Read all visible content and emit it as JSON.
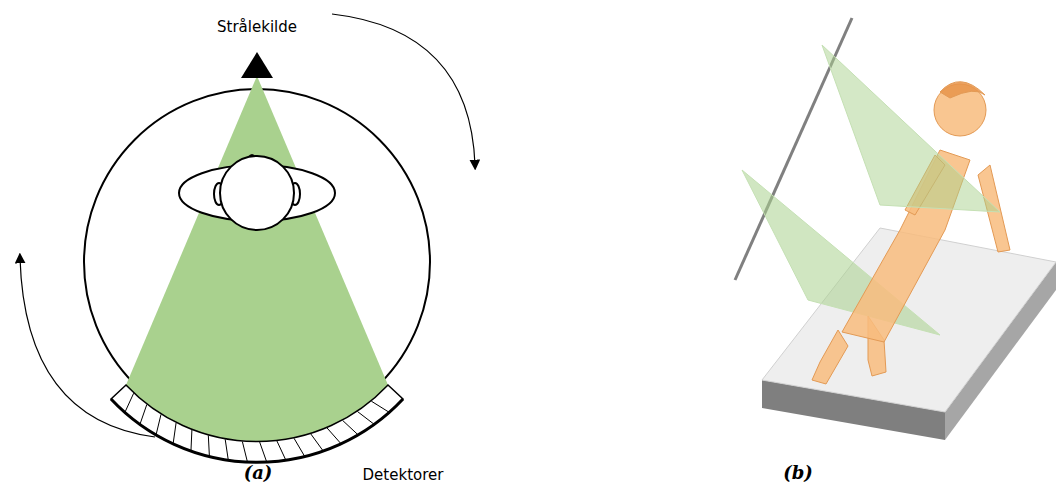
{
  "diagram": {
    "labels": [
      "Strålekilde",
      "Detektorer",
      "(a)",
      "(b)"
    ]
  }
}
